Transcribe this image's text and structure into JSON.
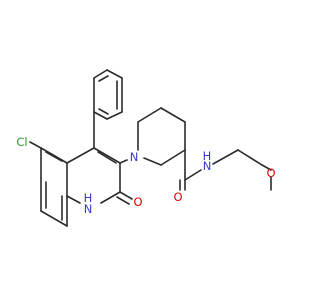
{
  "colors": {
    "bond": "#2b2b2b",
    "carbon": "#2b2b2b",
    "nitrogen": "#3a3ac8",
    "oxygen": "#e00000",
    "chlorine": "#2c9a2c",
    "background": "#ffffff"
  },
  "molecule": {
    "atoms": [
      {
        "id": "cl",
        "label": "Cl",
        "element": "chlorine"
      },
      {
        "id": "nh",
        "label": "H\nN",
        "element": "nitrogen"
      },
      {
        "id": "o_lactam",
        "label": "O",
        "element": "oxygen"
      },
      {
        "id": "n_pip",
        "label": "N",
        "element": "nitrogen"
      },
      {
        "id": "o_amide",
        "label": "O",
        "element": "oxygen"
      },
      {
        "id": "n_amide_h",
        "label": "H",
        "element": "nitrogen"
      },
      {
        "id": "n_amide",
        "label": "N",
        "element": "nitrogen"
      },
      {
        "id": "o_ether",
        "label": "O",
        "element": "oxygen"
      }
    ]
  }
}
